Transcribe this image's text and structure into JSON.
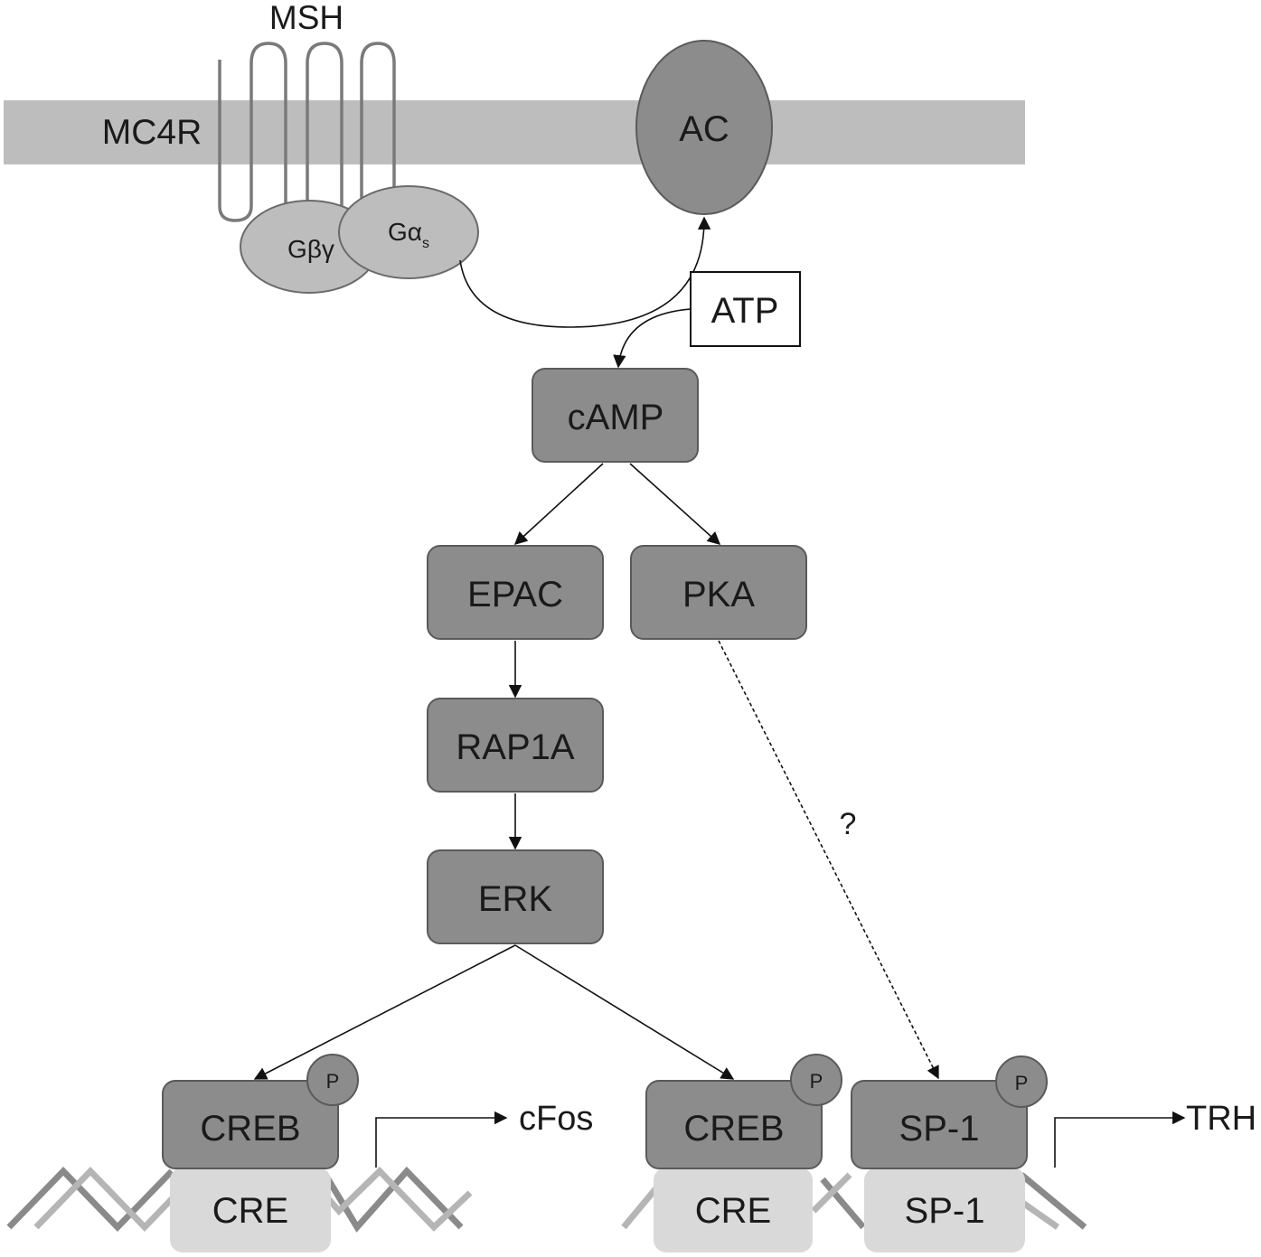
{
  "diagram": {
    "membrane": {
      "receptor_label": "MC4R",
      "ligand_label": "MSH"
    },
    "g_proteins": {
      "gbg_label": "Gβγ",
      "gas_label": "Gα",
      "gas_subscript": "s"
    },
    "enzyme": {
      "label": "AC"
    },
    "substrate": {
      "label": "ATP"
    },
    "nodes": {
      "camp": "cAMP",
      "epac": "EPAC",
      "pka": "PKA",
      "rap1a": "RAP1A",
      "erk": "ERK"
    },
    "uncertain_link_label": "?",
    "nucleus": {
      "left": {
        "factor": "CREB",
        "phospho": "P",
        "element": "CRE",
        "target_gene": "cFos"
      },
      "middle": {
        "factor": "CREB",
        "phospho": "P",
        "element": "CRE"
      },
      "right": {
        "factor": "SP-1",
        "phospho": "P",
        "element": "SP-1",
        "target_gene": "TRH"
      }
    },
    "colors": {
      "membrane": "#bdbdbd",
      "receptor_line": "#7a7a7a",
      "protein_dark": "#8c8c8c",
      "protein_light": "#bdbdbd",
      "dna_element": "#d9d9d9",
      "edge": "#111111"
    }
  }
}
